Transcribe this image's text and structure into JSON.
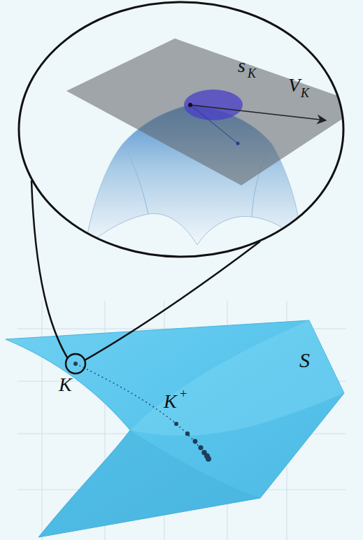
{
  "diagram": {
    "labels": [
      "s",
      "K",
      "V",
      "K",
      "K",
      "K",
      "+",
      "S"
    ]
  }
}
